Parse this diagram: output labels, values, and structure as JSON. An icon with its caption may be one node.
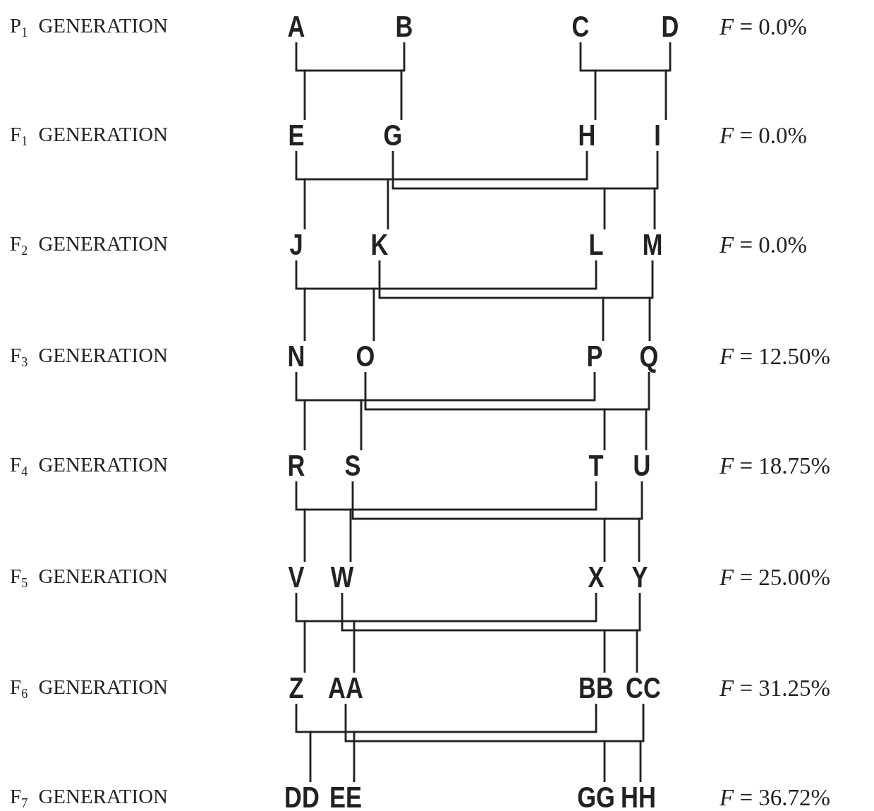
{
  "diagram": {
    "nodes": [
      {
        "text": [
          "A"
        ]
      },
      {
        "text": [
          "B"
        ]
      },
      {
        "text": [
          "C"
        ]
      },
      {
        "text": [
          "D"
        ]
      },
      {
        "text": [
          "E"
        ]
      },
      {
        "text": [
          "G"
        ]
      },
      {
        "text": [
          "H"
        ]
      },
      {
        "text": [
          "I"
        ]
      },
      {
        "text": [
          "J"
        ]
      },
      {
        "text": [
          "K"
        ]
      },
      {
        "text": [
          "L"
        ]
      },
      {
        "text": [
          "M"
        ]
      },
      {
        "text": [
          "N"
        ]
      },
      {
        "text": [
          "O"
        ]
      },
      {
        "text": [
          "P"
        ]
      },
      {
        "text": [
          "Q"
        ]
      },
      {
        "text": [
          "R"
        ]
      },
      {
        "text": [
          "S"
        ]
      },
      {
        "text": [
          "T"
        ]
      },
      {
        "text": [
          "U"
        ]
      },
      {
        "text": [
          "V"
        ]
      },
      {
        "text": [
          "W"
        ]
      },
      {
        "text": [
          "X"
        ]
      },
      {
        "text": [
          "Y"
        ]
      },
      {
        "text": [
          "Z"
        ]
      },
      {
        "text": [
          "AA"
        ]
      },
      {
        "text": [
          "BB"
        ]
      },
      {
        "text": [
          "CC"
        ]
      },
      {
        "text": [
          "DD"
        ]
      },
      {
        "text": [
          "EE"
        ]
      },
      {
        "text": [
          "GG"
        ]
      },
      {
        "text": [
          "HH"
        ]
      }
    ],
    "edges": [
      {
        "from": 0,
        "to": 4,
        "arrow": "none"
      },
      {
        "from": 0,
        "to": 5,
        "arrow": "none"
      },
      {
        "from": 1,
        "to": 4,
        "arrow": "none"
      },
      {
        "from": 1,
        "to": 5,
        "arrow": "none"
      },
      {
        "from": 2,
        "to": 6,
        "arrow": "none"
      },
      {
        "from": 2,
        "to": 7,
        "arrow": "none"
      },
      {
        "from": 3,
        "to": 6,
        "arrow": "none"
      },
      {
        "from": 3,
        "to": 7,
        "arrow": "none"
      },
      {
        "from": 4,
        "to": 8,
        "arrow": "none"
      },
      {
        "from": 4,
        "to": 9,
        "arrow": "none"
      },
      {
        "from": 6,
        "to": 8,
        "arrow": "none"
      },
      {
        "from": 6,
        "to": 9,
        "arrow": "none"
      },
      {
        "from": 5,
        "to": 10,
        "arrow": "none"
      },
      {
        "from": 5,
        "to": 11,
        "arrow": "none"
      },
      {
        "from": 7,
        "to": 10,
        "arrow": "none"
      },
      {
        "from": 7,
        "to": 11,
        "arrow": "none"
      },
      {
        "from": 8,
        "to": 12,
        "arrow": "none"
      },
      {
        "from": 8,
        "to": 13,
        "arrow": "none"
      },
      {
        "from": 10,
        "to": 12,
        "arrow": "none"
      },
      {
        "from": 10,
        "to": 13,
        "arrow": "none"
      },
      {
        "from": 9,
        "to": 14,
        "arrow": "none"
      },
      {
        "from": 9,
        "to": 15,
        "arrow": "none"
      },
      {
        "from": 11,
        "to": 14,
        "arrow": "none"
      },
      {
        "from": 11,
        "to": 15,
        "arrow": "none"
      },
      {
        "from": 12,
        "to": 16,
        "arrow": "none"
      },
      {
        "from": 12,
        "to": 17,
        "arrow": "none"
      },
      {
        "from": 14,
        "to": 16,
        "arrow": "none"
      },
      {
        "from": 14,
        "to": 17,
        "arrow": "none"
      },
      {
        "from": 13,
        "to": 18,
        "arrow": "none"
      },
      {
        "from": 13,
        "to": 19,
        "arrow": "none"
      },
      {
        "from": 15,
        "to": 18,
        "arrow": "none"
      },
      {
        "from": 15,
        "to": 19,
        "arrow": "none"
      },
      {
        "from": 16,
        "to": 20,
        "arrow": "none"
      },
      {
        "from": 16,
        "to": 21,
        "arrow": "none"
      },
      {
        "from": 18,
        "to": 20,
        "arrow": "none"
      },
      {
        "from": 18,
        "to": 21,
        "arrow": "none"
      },
      {
        "from": 17,
        "to": 22,
        "arrow": "none"
      },
      {
        "from": 17,
        "to": 23,
        "arrow": "none"
      },
      {
        "from": 19,
        "to": 22,
        "arrow": "none"
      },
      {
        "from": 19,
        "to": 23,
        "arrow": "none"
      },
      {
        "from": 20,
        "to": 24,
        "arrow": "none"
      },
      {
        "from": 20,
        "to": 25,
        "arrow": "none"
      },
      {
        "from": 22,
        "to": 24,
        "arrow": "none"
      },
      {
        "from": 22,
        "to": 25,
        "arrow": "none"
      },
      {
        "from": 21,
        "to": 26,
        "arrow": "none"
      },
      {
        "from": 21,
        "to": 27,
        "arrow": "none"
      },
      {
        "from": 23,
        "to": 26,
        "arrow": "none"
      },
      {
        "from": 23,
        "to": 27,
        "arrow": "none"
      },
      {
        "from": 24,
        "to": 28,
        "arrow": "none"
      },
      {
        "from": 24,
        "to": 29,
        "arrow": "none"
      },
      {
        "from": 26,
        "to": 28,
        "arrow": "none"
      },
      {
        "from": 26,
        "to": 29,
        "arrow": "none"
      },
      {
        "from": 25,
        "to": 30,
        "arrow": "none"
      },
      {
        "from": 25,
        "to": 31,
        "arrow": "none"
      },
      {
        "from": 27,
        "to": 30,
        "arrow": "none"
      },
      {
        "from": 27,
        "to": 31,
        "arrow": "none"
      }
    ],
    "labels": [
      "P$_{1}$ GENERATION",
      "*F* = 0.0%",
      "F$_{1}$ GENERATION",
      "*F* = 0.0%",
      "F$_{2}$ GENERATION",
      "*F* = 0.0%",
      "F$_{3}$ GENERATION",
      "*F* = 12.50%",
      "F$_{4}$ GENERATION",
      "*F* = 18.75%",
      "F$_{5}$ GENERATION",
      "*F* = 25.00%",
      "F$_{6}$ GENERATION",
      "*F* = 31.25%",
      "F$_{7}$ GENERATION",
      "*F* = 36.72%"
    ]
  }
}
